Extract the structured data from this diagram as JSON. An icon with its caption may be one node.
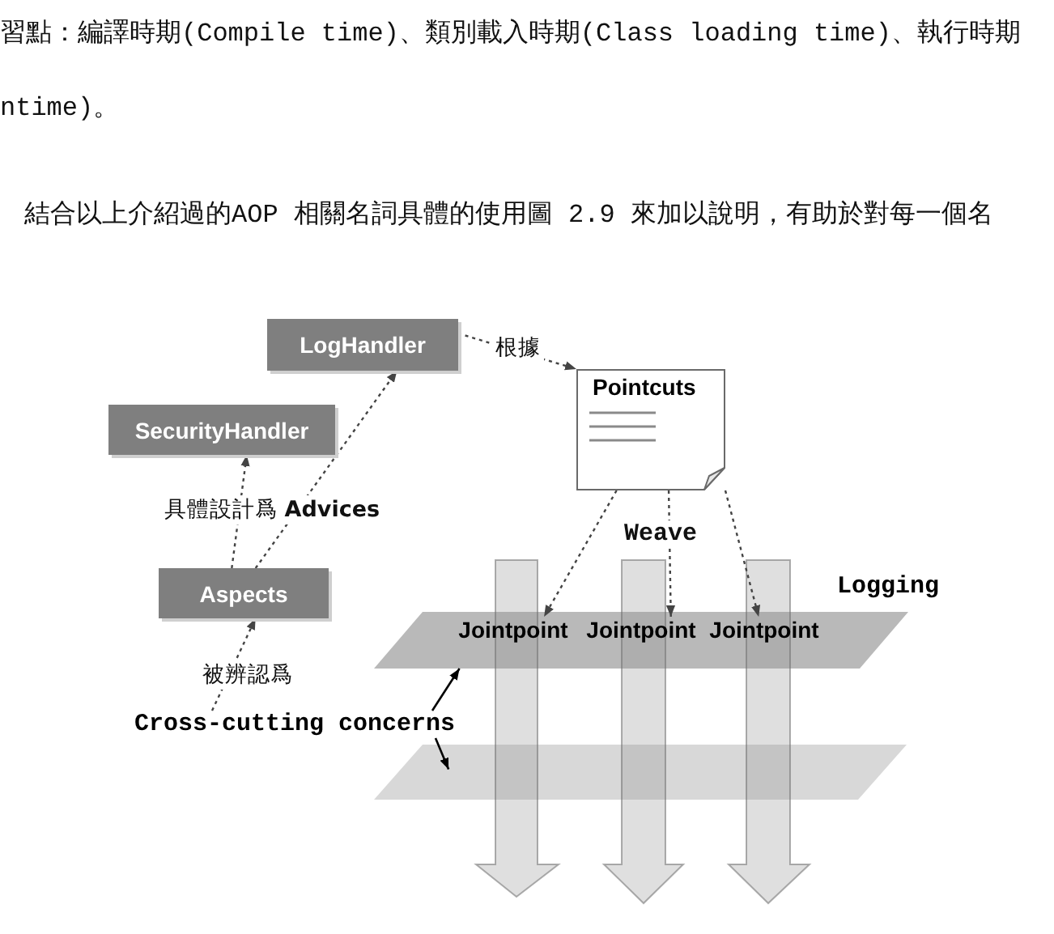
{
  "diagram": {
    "nodes": [
      {
        "text": [
          "LogHandler"
        ]
      },
      {
        "text": [
          "Pointcuts"
        ]
      },
      {
        "text": [
          "SecurityHandler"
        ]
      },
      {
        "text": [
          "Aspects"
        ]
      },
      {
        "text": [],
        "shape": "parallelogram",
        "beside": [
          "Logging"
        ]
      },
      {
        "text": [
          "Jointpoint"
        ],
        "in": 4
      },
      {
        "text": [
          "Jointpoint"
        ],
        "in": 4
      },
      {
        "text": [
          "Jointpoint"
        ],
        "in": 4
      },
      {
        "text": [
          "Cross-cutting concerns"
        ]
      },
      {
        "text": [],
        "shape": "parallelogram"
      }
    ],
    "edges": [
      {
        "from": 0,
        "to": 1,
        "arrow": "to",
        "style": "dashed",
        "label": "根據"
      },
      {
        "from": 3,
        "to": 2,
        "arrow": "to",
        "style": "dashed",
        "label": "具體設計爲 **Advices**"
      },
      {
        "from": 3,
        "to": 0,
        "arrow": "to",
        "style": "dashed"
      },
      {
        "from": 1,
        "to": 5,
        "arrow": "to",
        "style": "dashed"
      },
      {
        "from": 1,
        "to": 6,
        "arrow": "to",
        "style": "dashed",
        "label": "Weave"
      },
      {
        "from": 1,
        "to": 7,
        "arrow": "to",
        "style": "dashed"
      },
      {
        "from": 8,
        "to": 3,
        "arrow": "to",
        "style": "dashed",
        "label": "被辨認爲"
      },
      {
        "from": 8,
        "to": 4,
        "arrow": "to"
      },
      {
        "from": 8,
        "to": 9,
        "arrow": "to"
      }
    ],
    "labels": [
      "習點：編譯時期(Compile time)、類別載入時期(Class loading time)、執行時期",
      "ntime)。",
      "結合以上介紹過的AOP 相關名詞具體的使用圖 2.9 來加以說明，有助於對每一個名"
    ]
  }
}
